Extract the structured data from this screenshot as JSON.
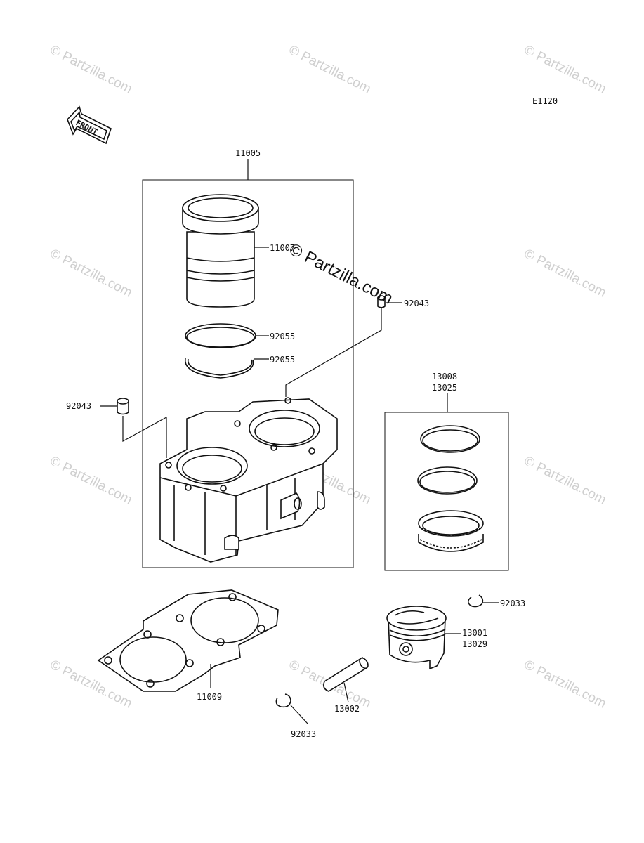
{
  "diagram_code": "E1120",
  "front_label": "FRONT",
  "watermark": {
    "small": "© Partzilla.com",
    "large": "© Partzilla.com"
  },
  "callouts": {
    "cylinder_assy": "11005",
    "cylinder_sleeve": "11007",
    "sleeve_ring_upper": "92055",
    "sleeve_ring_lower": "92055",
    "dowel_pin_right": "92043",
    "dowel_pin_left": "92043",
    "ring_set_a": "13008",
    "ring_set_b": "13025",
    "cylinder_gasket": "11009",
    "piston_a": "13001",
    "piston_b": "13029",
    "piston_pin": "13002",
    "circlip_right": "92033",
    "circlip_bottom": "92033"
  }
}
